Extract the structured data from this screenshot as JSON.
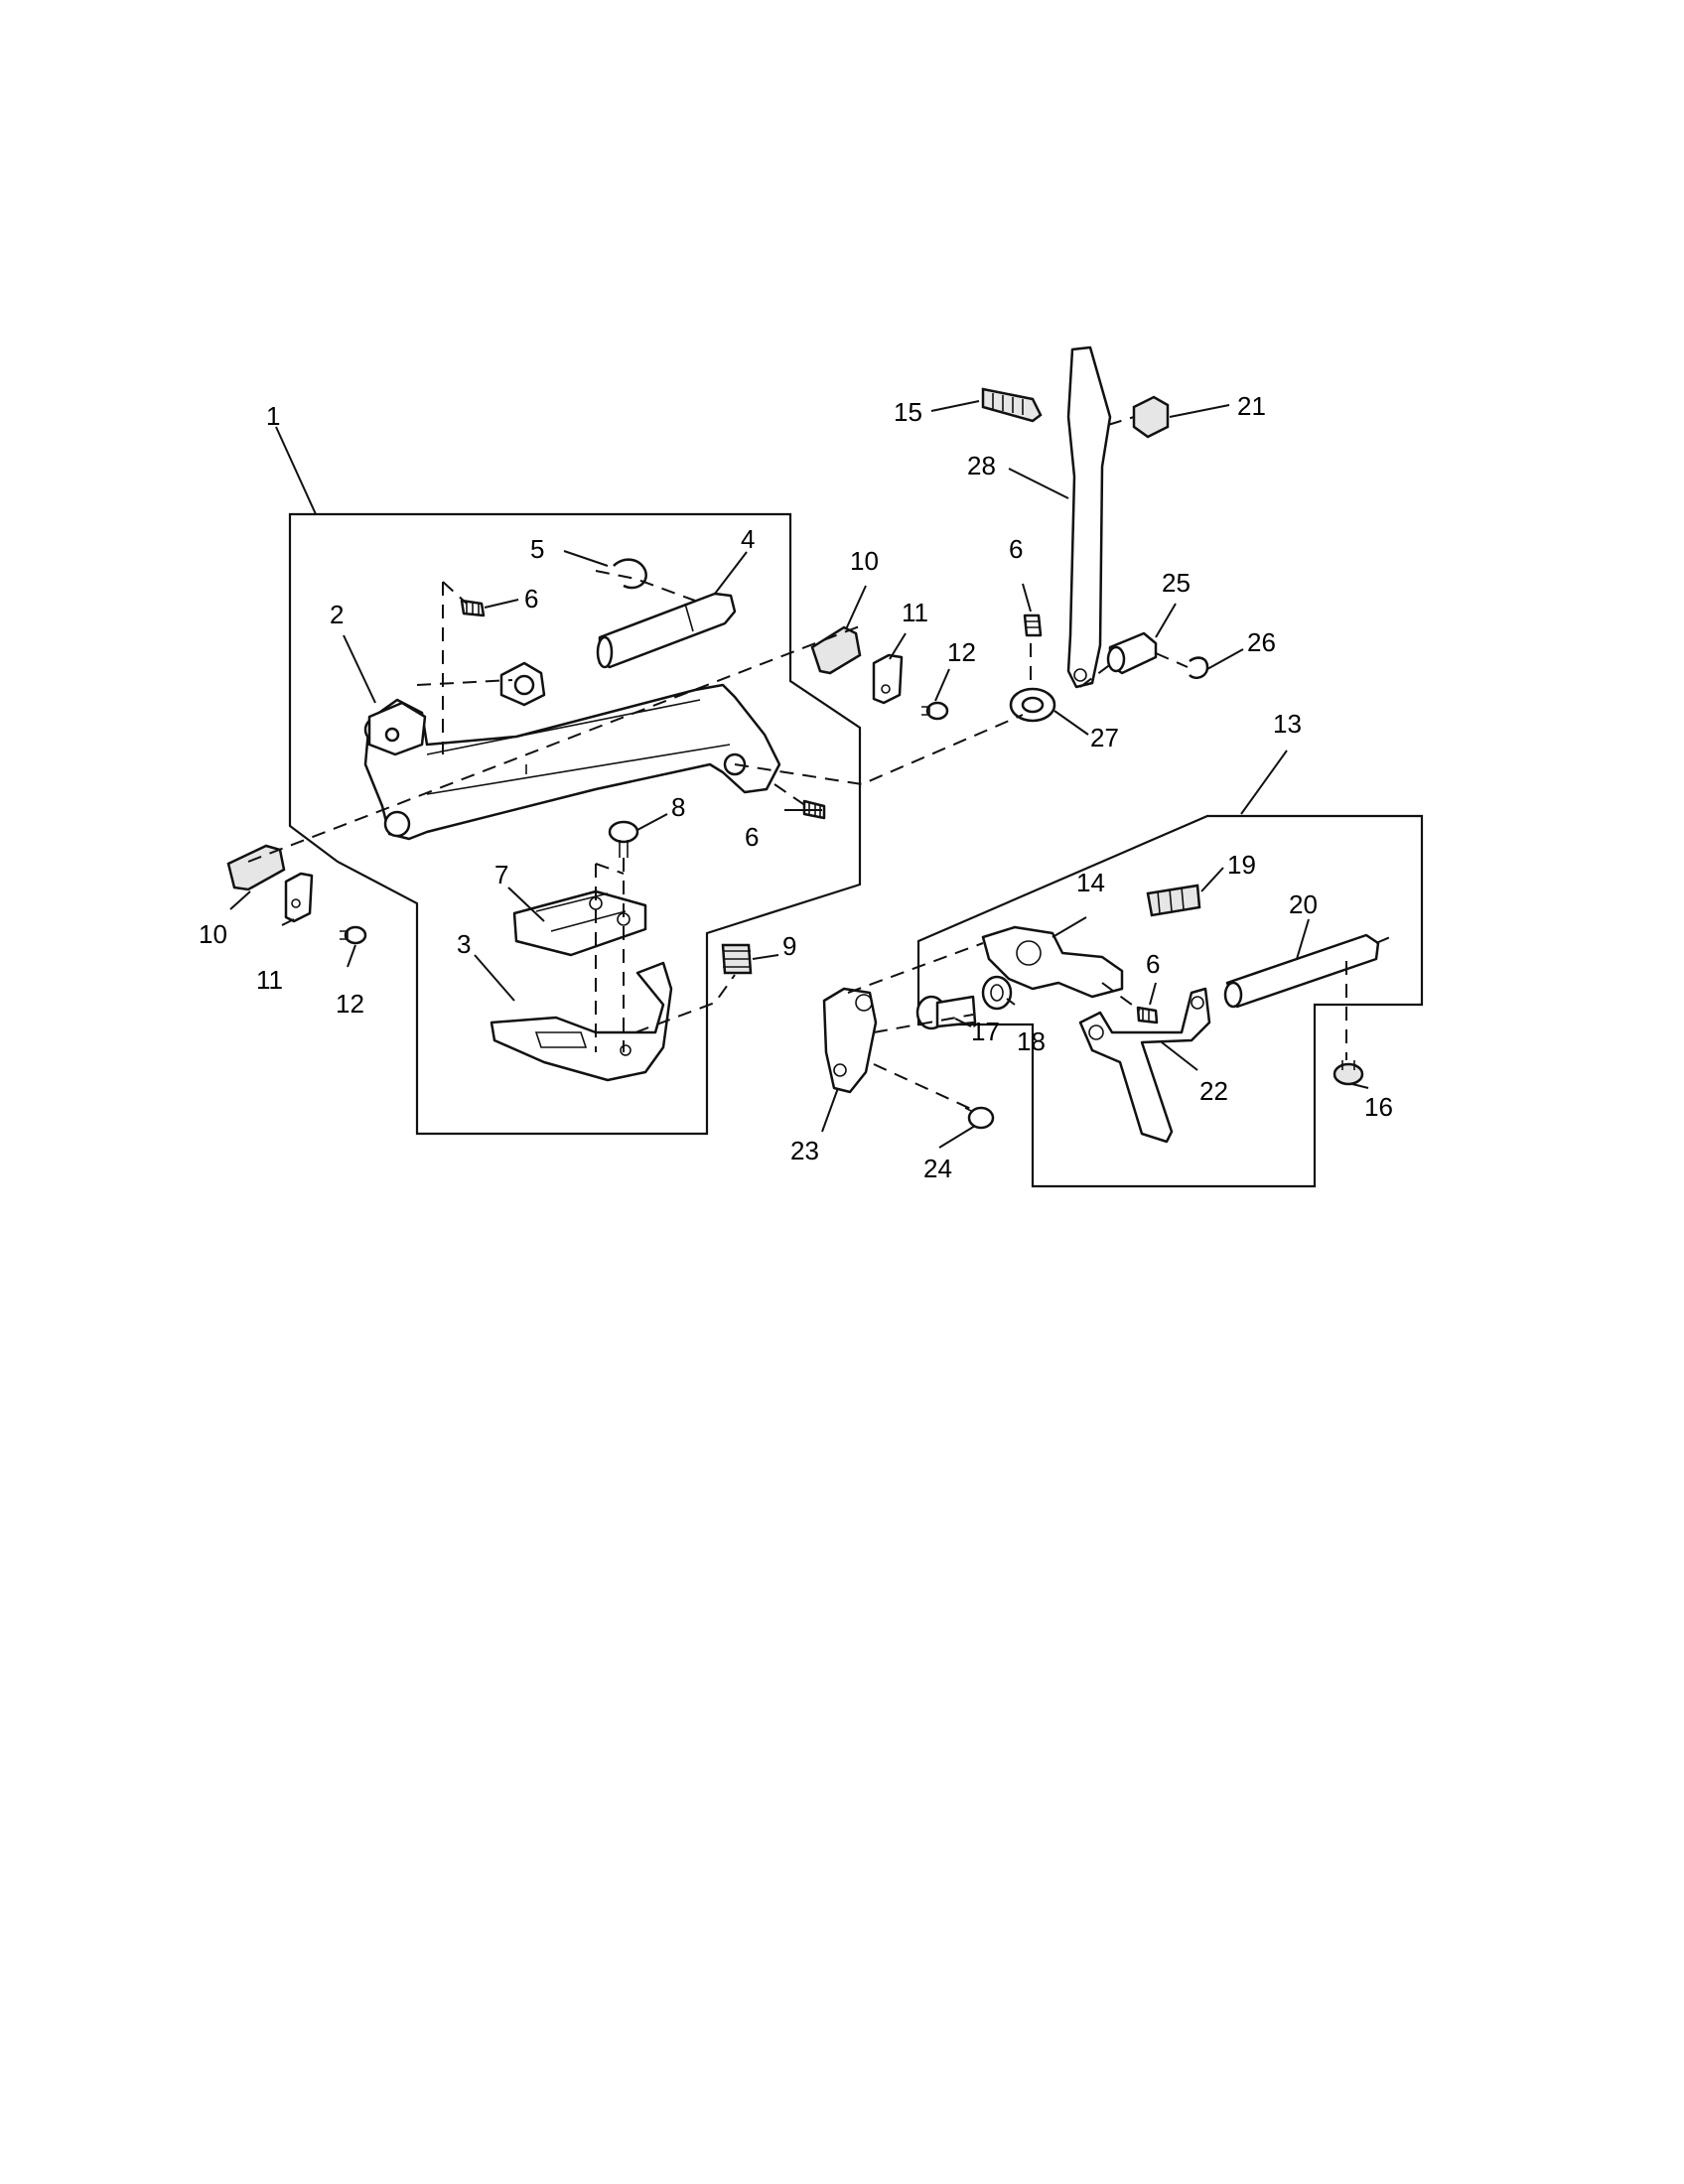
{
  "diagram": {
    "callouts": [
      "1",
      "2",
      "3",
      "4",
      "5",
      "6",
      "6",
      "6",
      "6",
      "7",
      "8",
      "9",
      "10",
      "10",
      "11",
      "11",
      "12",
      "12",
      "13",
      "14",
      "15",
      "16",
      "17",
      "18",
      "19",
      "20",
      "21",
      "22",
      "23",
      "24",
      "25",
      "26",
      "27",
      "28"
    ]
  }
}
